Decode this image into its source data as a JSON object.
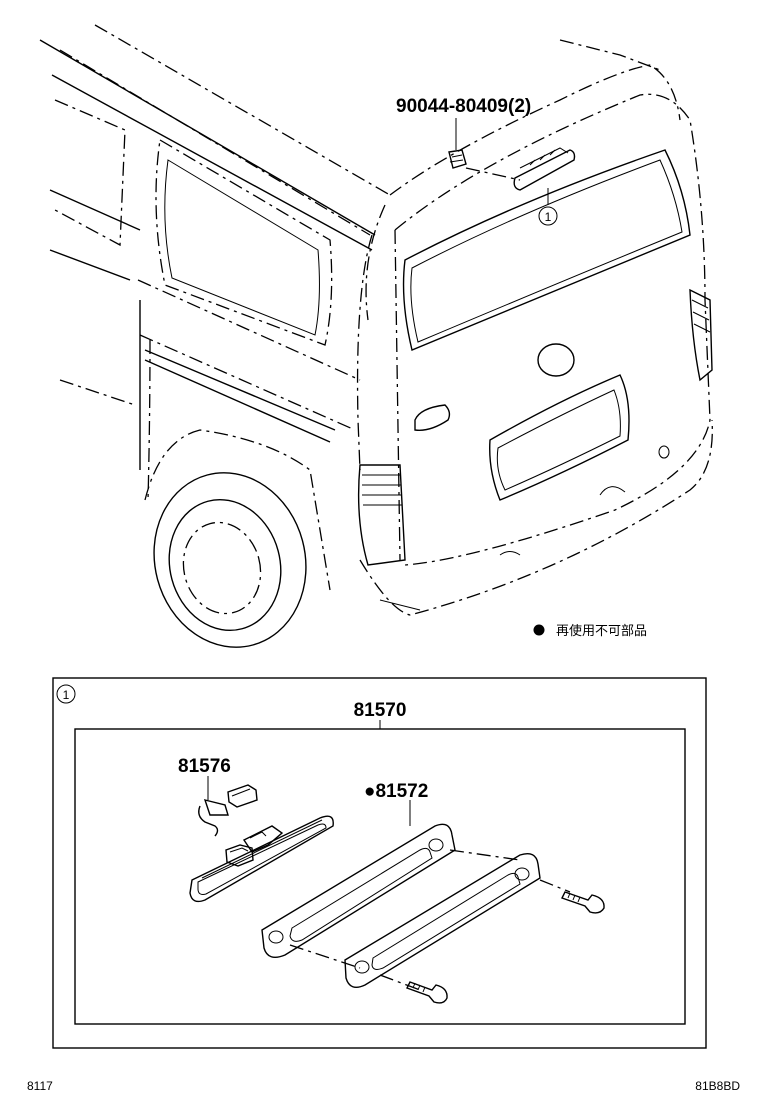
{
  "title_codes": {
    "bottom_left": "8117",
    "bottom_right": "81B8BD"
  },
  "upper_view": {
    "bolt_label": "90044-80409(2)",
    "callout_marker": "1",
    "legend_text": "再使用不可部品"
  },
  "detail_box": {
    "marker": "1",
    "assembly_label": "81570",
    "bulb_socket_label": "81576",
    "gasket_label": "●81572"
  }
}
